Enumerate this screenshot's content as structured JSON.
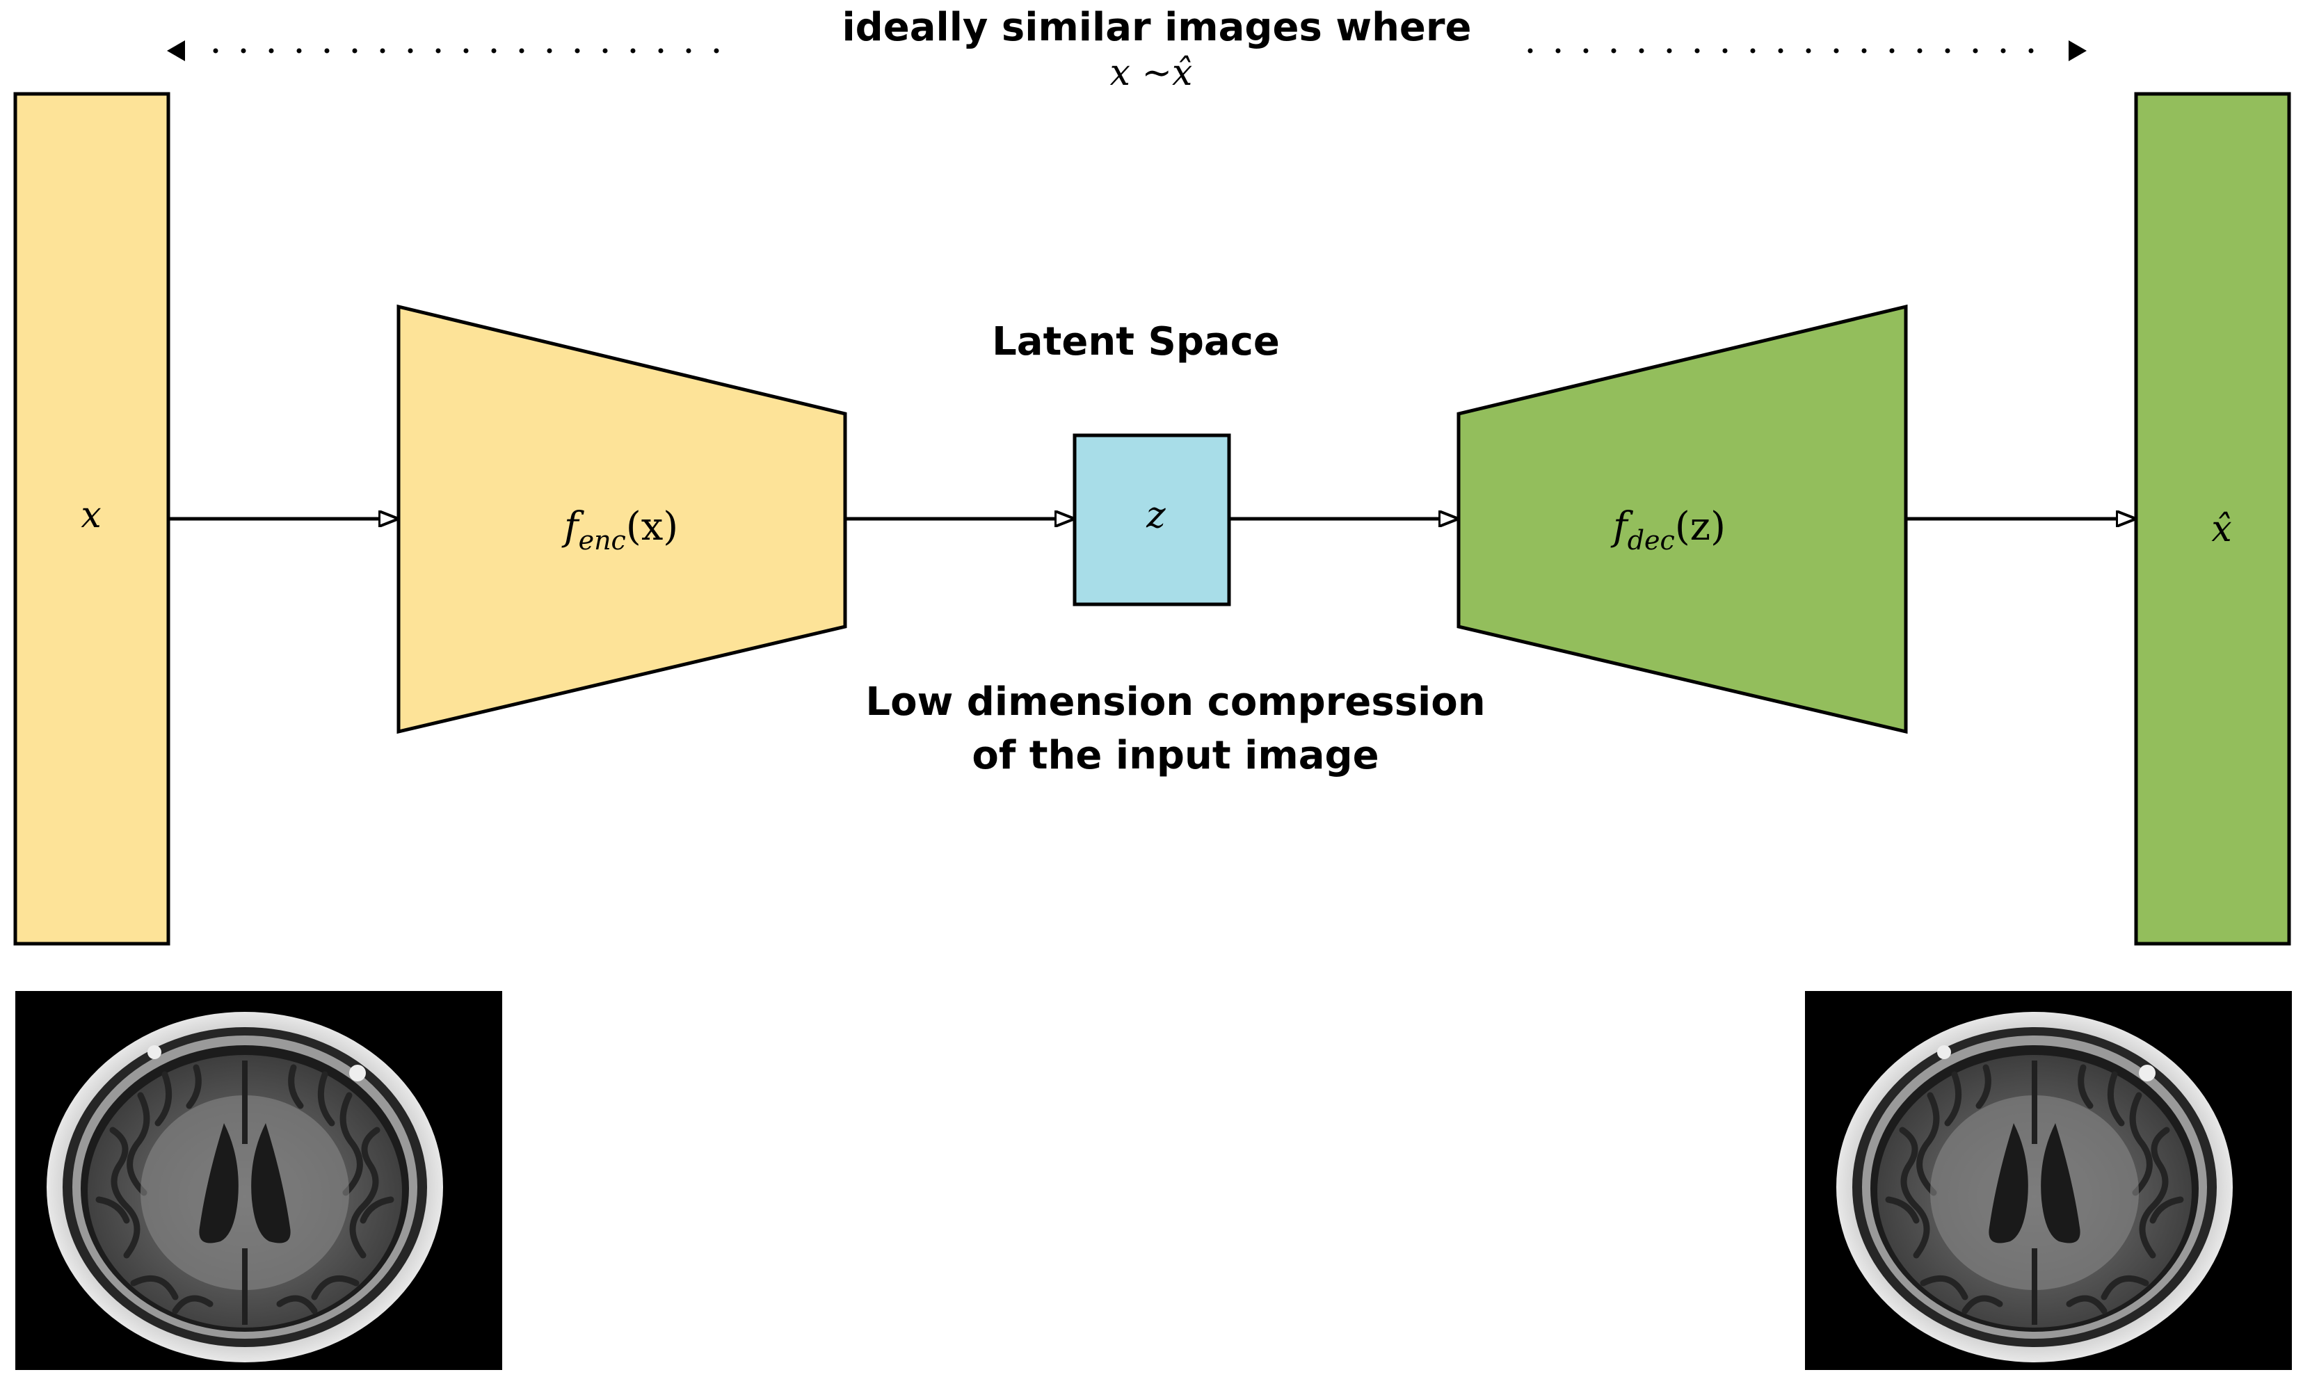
{
  "top_note": {
    "line1": "ideally similar images where",
    "line2": "x ∼x̂"
  },
  "input": {
    "label": "x"
  },
  "encoder": {
    "label_f": "f",
    "label_sub": "enc",
    "label_arg": "(x)"
  },
  "latent": {
    "title": "Latent Space",
    "label": "z"
  },
  "decoder": {
    "label_f": "f",
    "label_sub": "dec",
    "label_arg": "(z)"
  },
  "output": {
    "label": "x̂"
  },
  "compression_note": {
    "line1": "Low dimension compression",
    "line2": "of the input image"
  },
  "colors": {
    "input": "#FDE398",
    "encoder": "#FDE398",
    "latent": "#A8DDE8",
    "decoder": "#93BE5C",
    "output": "#93BE5C",
    "stroke": "#000000",
    "scan_background": "#000000"
  }
}
